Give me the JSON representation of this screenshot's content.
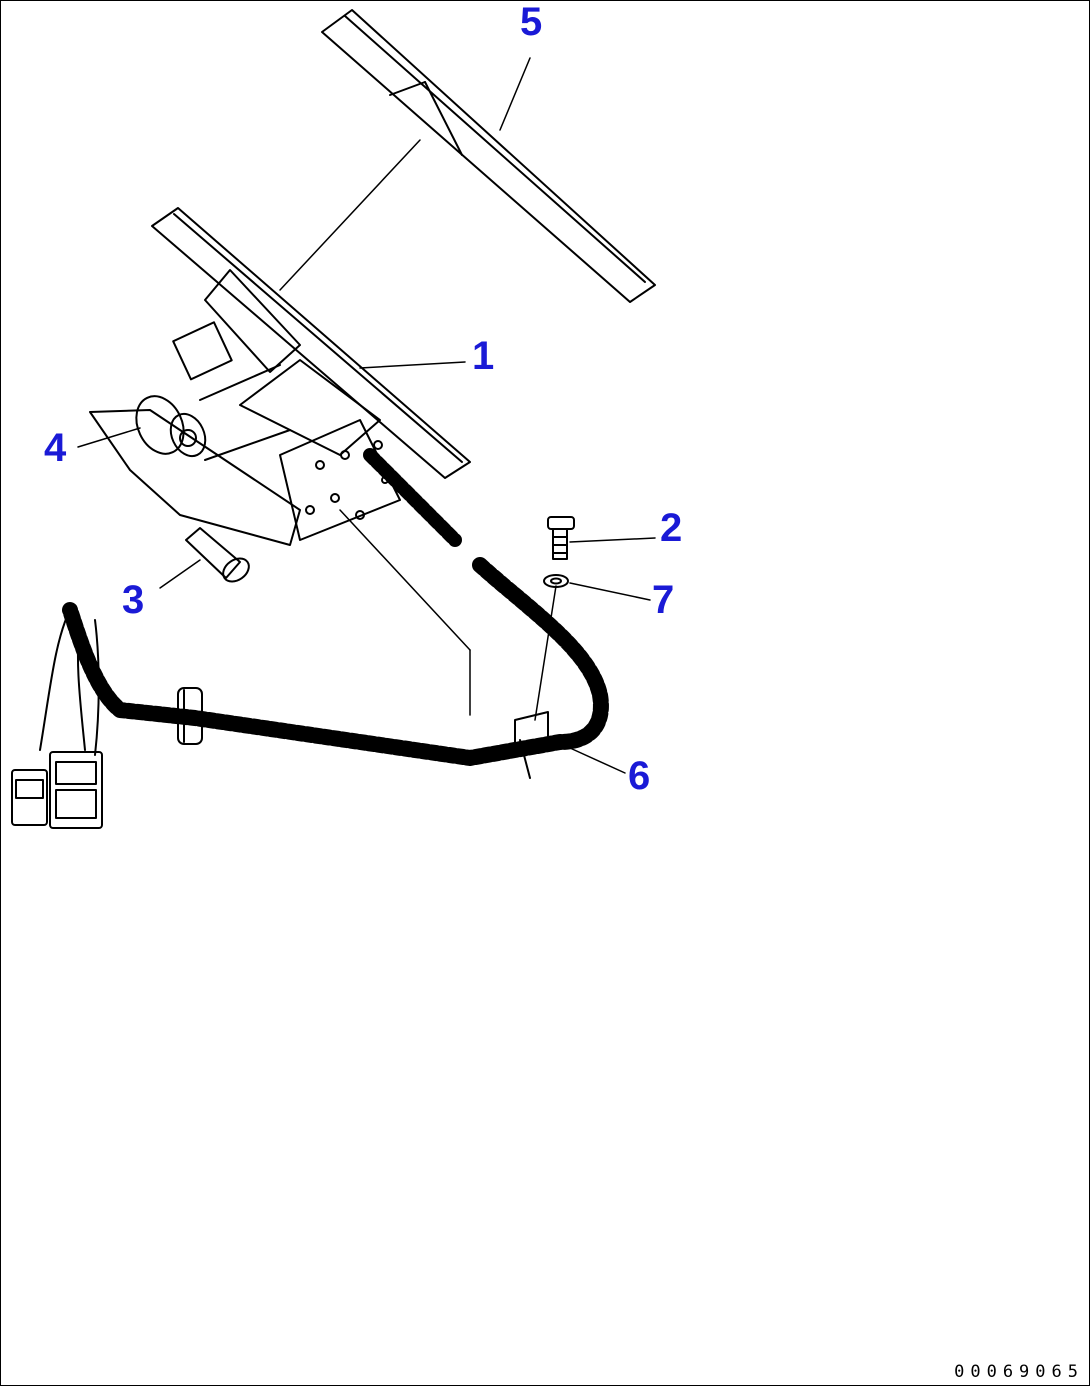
{
  "callouts": {
    "c1": "1",
    "c2": "2",
    "c3": "3",
    "c4": "4",
    "c5": "5",
    "c6": "6",
    "c7": "7"
  },
  "callout_color": "#1a1ad6",
  "line_color": "#000000",
  "drawing_code": "00069065"
}
